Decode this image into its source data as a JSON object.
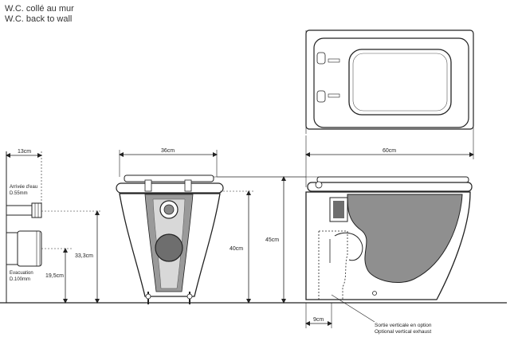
{
  "titles": {
    "fr": "W.C. collé au mur",
    "en": "W.C. back to wall"
  },
  "labels": {
    "water_inlet": "Arrivée d'eau",
    "water_inlet_size": "D.55mm",
    "evacuation": "Evacuation",
    "evacuation_size": "D.100mm",
    "vertical_exhaust_fr": "Sortie verticale en option",
    "vertical_exhaust_en": "Optional vertical exhaust"
  },
  "dimensions": {
    "wall_offset": "13cm",
    "front_width": "36cm",
    "depth": "60cm",
    "inlet_height": "33,3cm",
    "outlet_height": "19,5cm",
    "bowl_height": "40cm",
    "seat_height": "45cm",
    "vertical_exhaust_offset": "9cm"
  },
  "colors": {
    "line": "#222222",
    "bowl_fill": "#8f8f8f",
    "pipe_fill": "#ffffff",
    "body_shade": "#555555"
  }
}
